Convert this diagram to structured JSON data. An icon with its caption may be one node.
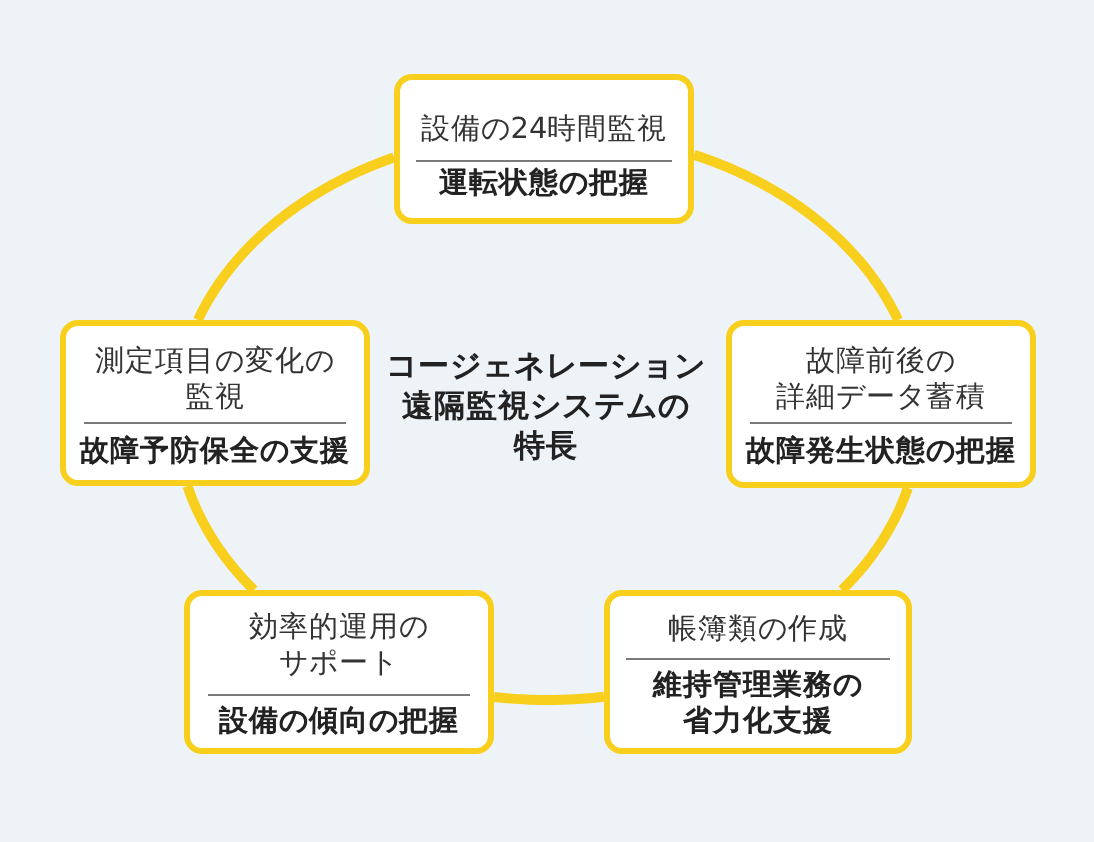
{
  "diagram": {
    "title": "コージェネレーション遠隔監視システムの特長",
    "nodes": [
      {
        "text": [
          "設備の24時間監視",
          "運転状態の把握"
        ]
      },
      {
        "text": [
          "測定項目の変化の監視",
          "故障予防保全の支援"
        ]
      },
      {
        "text": [
          "故障前後の詳細データ蓄積",
          "故障発生状態の把握"
        ]
      },
      {
        "text": [
          "効率的運用のサポート",
          "設備の傾向の把握"
        ]
      },
      {
        "text": [
          "帳簿類の作成",
          "維持管理業務の省力化支援"
        ]
      }
    ],
    "edges": [
      {
        "from": 0,
        "to": 2,
        "arrow": "none"
      },
      {
        "from": 2,
        "to": 4,
        "arrow": "none"
      },
      {
        "from": 4,
        "to": 3,
        "arrow": "none"
      },
      {
        "from": 3,
        "to": 1,
        "arrow": "none"
      },
      {
        "from": 1,
        "to": 0,
        "arrow": "none"
      }
    ]
  }
}
